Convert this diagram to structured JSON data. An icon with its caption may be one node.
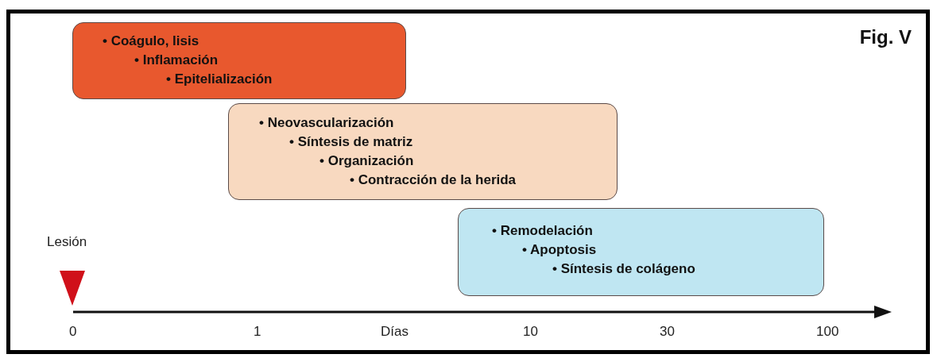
{
  "diagram": {
    "title": "Fig. V",
    "nodes": [
      {
        "text": [
          "• Coágulo, lisis",
          "• Inflamación",
          "• Epitelialización"
        ]
      },
      {
        "text": [
          "• Neovascularización",
          "• Síntesis de matriz",
          "• Organización",
          "• Contracción de la herida"
        ]
      },
      {
        "text": [
          "• Remodelación",
          "• Apoptosis",
          "• Síntesis de colágeno"
        ]
      }
    ],
    "edges": [],
    "labels": [
      "Lesión",
      "0",
      "1",
      "Días",
      "10",
      "30",
      "100"
    ]
  }
}
